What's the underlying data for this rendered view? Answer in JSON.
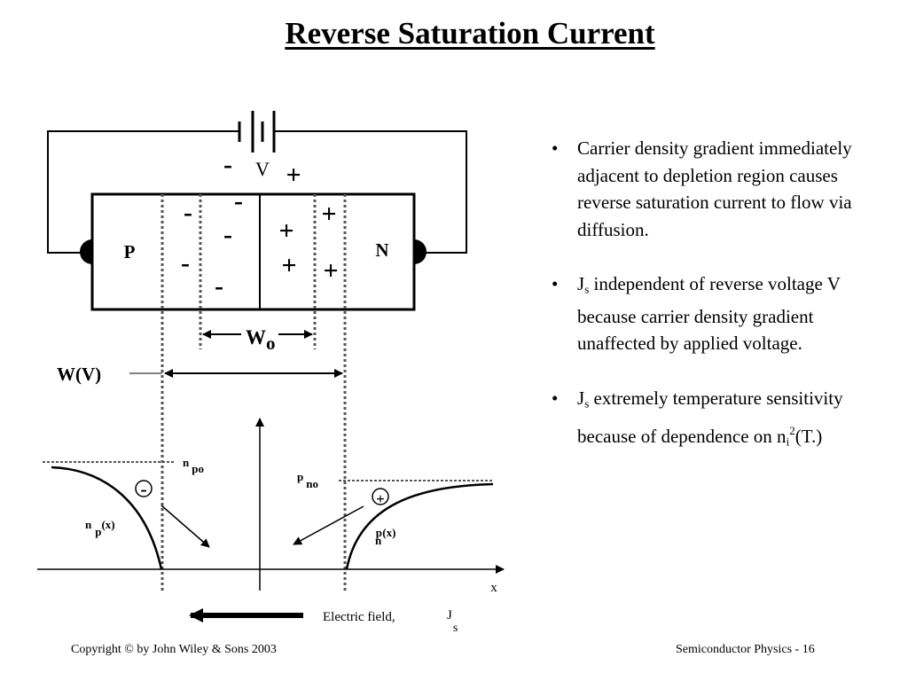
{
  "title": "Reverse Saturation Current",
  "diagram": {
    "battery_minus": "-",
    "battery_label": "V",
    "battery_plus": "+",
    "p_label": "P",
    "n_label": "N",
    "minus_sign": "-",
    "plus_sign": "+",
    "wo_main": "W",
    "wo_sub": "o",
    "wv_label": "W(V)",
    "npo_main": "n",
    "npo_sub": "po",
    "pno_main": "p",
    "pno_sub": "no",
    "np_main": "n",
    "np_sub": "p",
    "np_arg": "(x)",
    "pn_main": "p",
    "pn_sub": "n",
    "pn_arg": "(x)",
    "minus_carrier": "-",
    "plus_carrier": "+",
    "x_axis": "x",
    "efield_label": "Electric field,",
    "js_main": "J",
    "js_sub": "s"
  },
  "bullets": [
    {
      "text": "Carrier density gradient immediately adjacent to depletion region causes reverse saturation current to flow via  diffusion."
    },
    {
      "main": "J",
      "sub": "s",
      "rest": " independent of reverse voltage V because carrier density gradient unaffected by applied voltage."
    },
    {
      "main": "J",
      "sub": "s",
      "rest": " extremely temperature sensitivity because of dependence on n",
      "sub2": "i",
      "sup2": "2",
      "tail": "(T.)"
    }
  ],
  "footer": {
    "left": "Copyright © by John Wiley & Sons 2003",
    "right": "Semiconductor Physics  -  16"
  }
}
